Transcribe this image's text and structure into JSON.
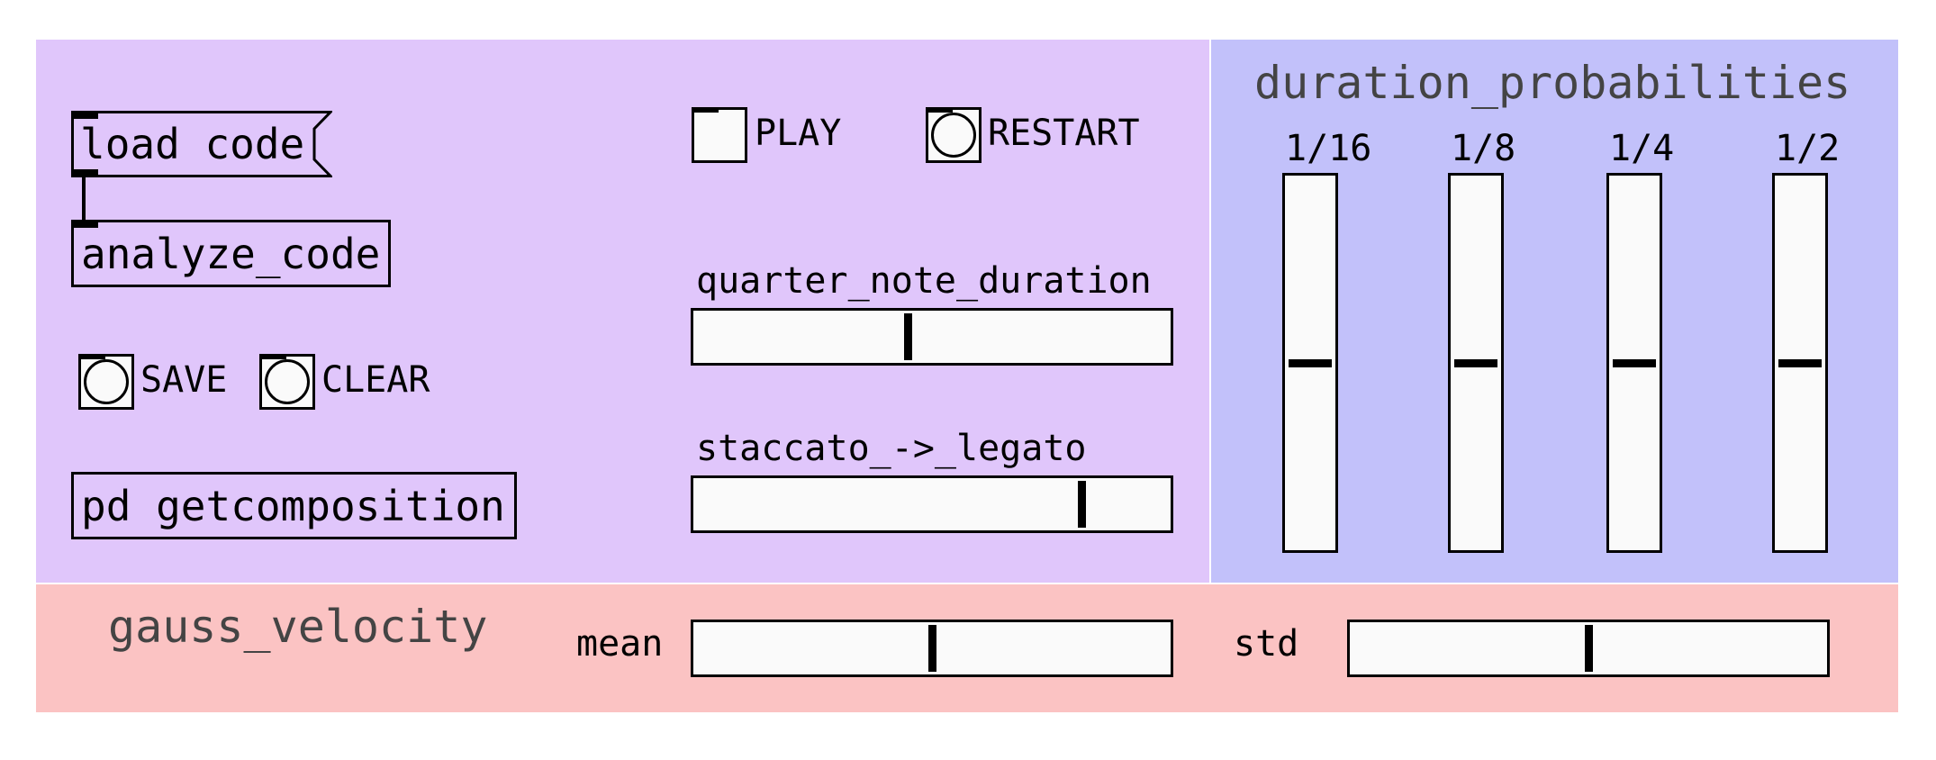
{
  "patch": {
    "objects": {
      "load_code": "load code",
      "analyze_code": "analyze_code",
      "getcomposition": "pd getcomposition"
    },
    "buttons": {
      "save_label": "SAVE",
      "clear_label": "CLEAR",
      "play_label": "PLAY",
      "restart_label": "RESTART"
    },
    "sliders": {
      "quarter_note_duration": {
        "label": "quarter_note_duration",
        "value": 0.45
      },
      "staccato_legato": {
        "label": "staccato_->_legato",
        "value": 0.82
      }
    }
  },
  "duration_probabilities": {
    "title": "duration_probabilities",
    "sliders": [
      {
        "label": "1/16",
        "value": 0.5
      },
      {
        "label": "1/8",
        "value": 0.5
      },
      {
        "label": "1/4",
        "value": 0.5
      },
      {
        "label": "1/2",
        "value": 0.5
      }
    ]
  },
  "gauss_velocity": {
    "title": "gauss_velocity",
    "mean": {
      "label": "mean",
      "value": 0.5
    },
    "std": {
      "label": "std",
      "value": 0.5
    }
  },
  "colors": {
    "main_panel": "#e0c6fb",
    "duration_panel": "#c2c1fa",
    "gauss_panel": "#fbc3c3"
  }
}
